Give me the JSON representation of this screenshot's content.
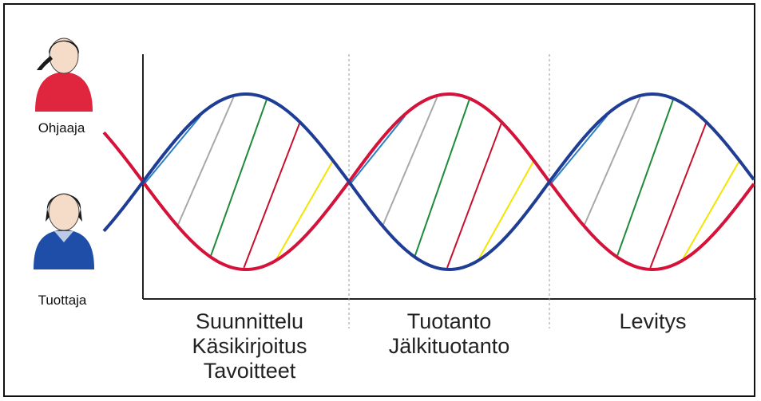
{
  "people": {
    "top_label": "Ohjaaja",
    "bottom_label": "Tuottaja"
  },
  "phases": [
    {
      "lines": [
        "Suunnittelu",
        "Käsikirjoitus",
        "Tavoitteet"
      ]
    },
    {
      "lines": [
        "Tuotanto",
        "Jälkituotanto"
      ]
    },
    {
      "lines": [
        "Levitys"
      ]
    }
  ],
  "colors": {
    "red_curve": "#d4123a",
    "blue_curve": "#1f3d94",
    "rungs": [
      "#2b7fc4",
      "#a8a8a8",
      "#1e8a3a",
      "#c8102e",
      "#f2e600"
    ],
    "person_top_body": "#e0263f",
    "person_bottom_body": "#1e4ea8"
  },
  "icons": [
    "female-person-icon",
    "male-person-icon"
  ]
}
